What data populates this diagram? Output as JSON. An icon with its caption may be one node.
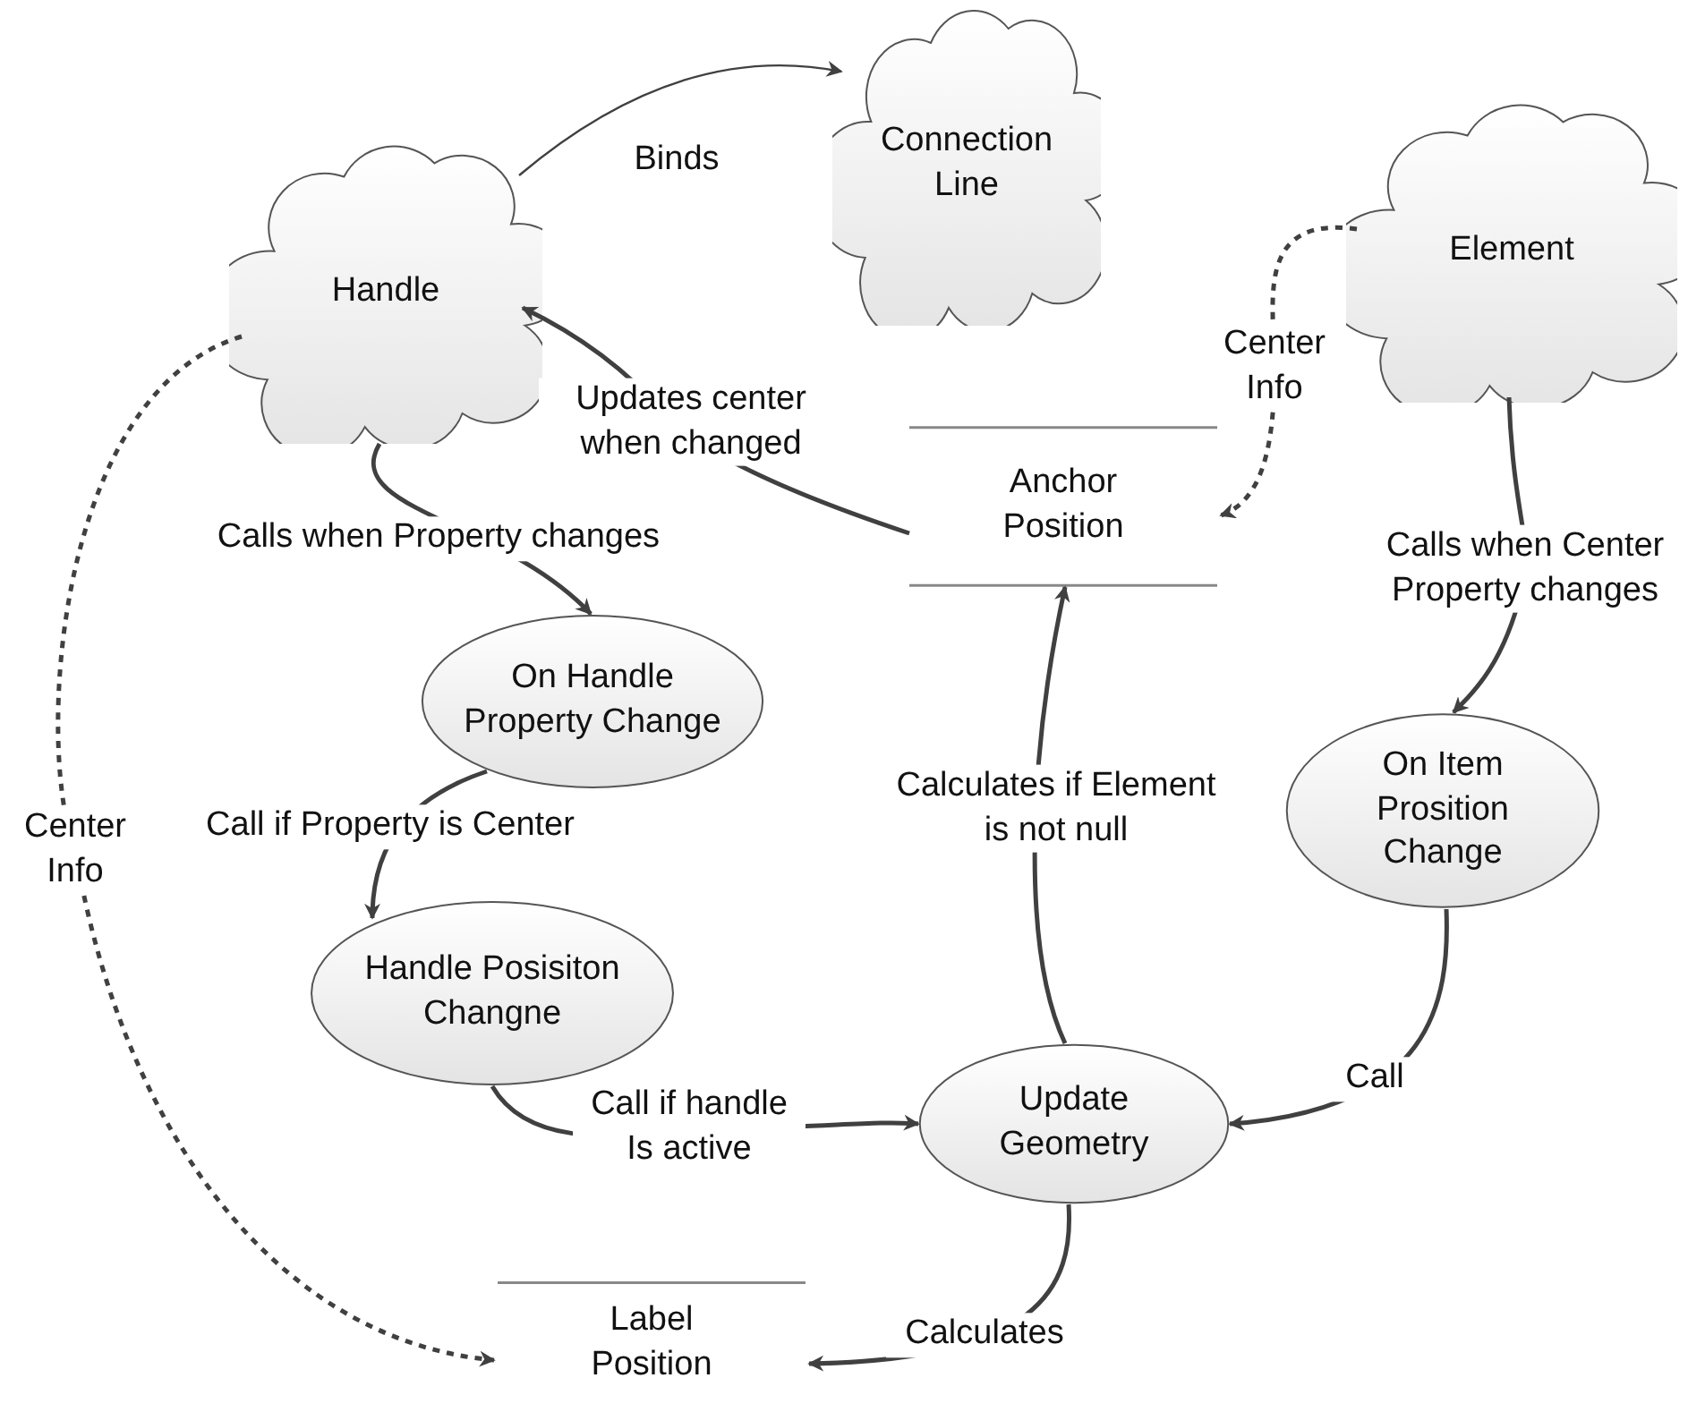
{
  "diagram": {
    "nodes": [
      {
        "text": [
          "Handle"
        ]
      },
      {
        "text": [
          "Connection Line"
        ]
      },
      {
        "text": [
          "Element"
        ]
      },
      {
        "text": [
          "Anchor Position"
        ]
      },
      {
        "text": [
          "On Handle Property Change"
        ]
      },
      {
        "text": [
          "Handle Posisiton Changne"
        ]
      },
      {
        "text": [
          "On Item Prosition Change"
        ]
      },
      {
        "text": [
          "Update Geometry"
        ]
      },
      {
        "text": [
          "Label Position"
        ]
      }
    ],
    "edges": [
      {
        "from": 0,
        "to": 1,
        "arrow": "to",
        "label": "Binds"
      },
      {
        "from": 3,
        "to": 0,
        "arrow": "to",
        "label": "Updates center when changed"
      },
      {
        "from": 2,
        "to": 3,
        "arrow": "to",
        "label": "Center Info",
        "style": "dashed"
      },
      {
        "from": 0,
        "to": 8,
        "arrow": "to",
        "label": "Center Info",
        "style": "dashed"
      },
      {
        "from": 0,
        "to": 4,
        "arrow": "to",
        "label": "Calls when Property changes"
      },
      {
        "from": 2,
        "to": 6,
        "arrow": "to",
        "label": "Calls when Center Property changes"
      },
      {
        "from": 4,
        "to": 5,
        "arrow": "to",
        "label": "Call if Property is Center"
      },
      {
        "from": 7,
        "to": 3,
        "arrow": "to",
        "label": "Calculates if Element is not null"
      },
      {
        "from": 6,
        "to": 7,
        "arrow": "to",
        "label": "Call"
      },
      {
        "from": 5,
        "to": 7,
        "arrow": "to",
        "label": "Call if handle Is active"
      },
      {
        "from": 7,
        "to": 8,
        "arrow": "to",
        "label": "Calculates"
      }
    ]
  }
}
